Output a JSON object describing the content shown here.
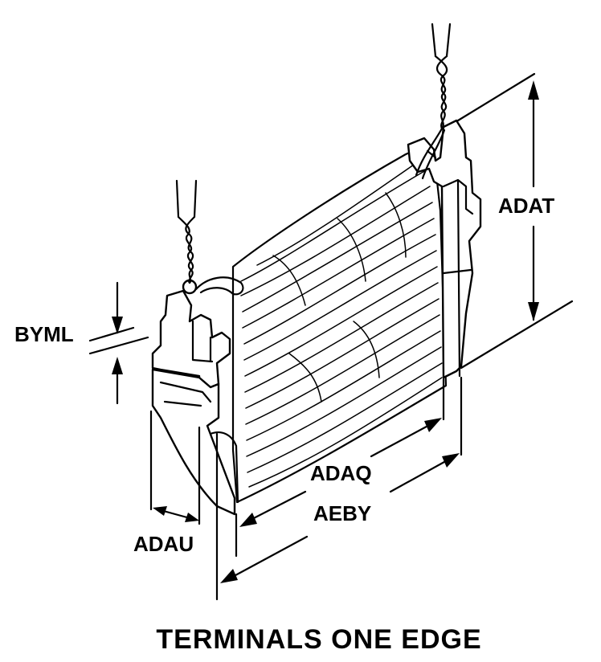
{
  "diagram": {
    "labels": {
      "adat": "ADAT",
      "byml": "BYML",
      "adaq": "ADAQ",
      "aeby": "AEBY",
      "adau": "ADAU"
    },
    "caption": "TERMINALS ONE EDGE"
  }
}
